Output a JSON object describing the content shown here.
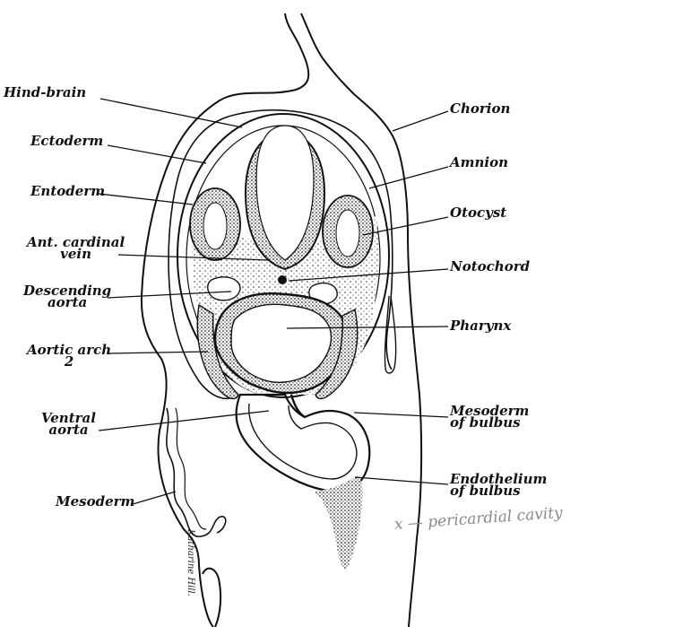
{
  "labels": {
    "hind_brain": "Hind-brain",
    "ectoderm": "Ectoderm",
    "entoderm": "Entoderm",
    "ant_cardinal_vein_1": "Ant. cardinal",
    "ant_cardinal_vein_2": "vein",
    "descending_aorta_1": "Descending",
    "descending_aorta_2": "aorta",
    "aortic_arch_1": "Aortic arch",
    "aortic_arch_2": "2",
    "ventral_aorta_1": "Ventral",
    "ventral_aorta_2": "aorta",
    "mesoderm": "Mesoderm",
    "chorion": "Chorion",
    "amnion": "Amnion",
    "otocyst": "Otocyst",
    "notochord": "Notochord",
    "pharynx": "Pharynx",
    "mesoderm_bulbus_1": "Mesoderm",
    "mesoderm_bulbus_2": "of bulbus",
    "endothelium_bulbus_1": "Endothelium",
    "endothelium_bulbus_2": "of bulbus"
  },
  "handwriting": "x — pericardial cavity",
  "signature": "Katharine Hill."
}
